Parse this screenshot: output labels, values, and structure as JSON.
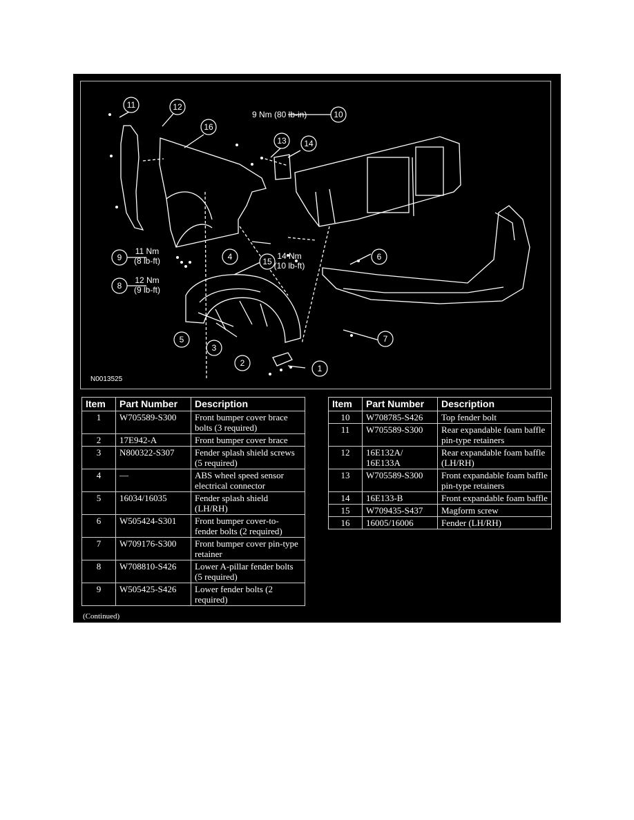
{
  "diagram": {
    "figure_code": "N0013525",
    "callouts": [
      "1",
      "2",
      "3",
      "4",
      "5",
      "6",
      "7",
      "8",
      "9",
      "10",
      "11",
      "12",
      "13",
      "14",
      "15",
      "16"
    ],
    "torque_specs": {
      "item10": "9 Nm (80 lb-in)",
      "item9_nm": "11 Nm",
      "item9_lbft": "(8 lb-ft)",
      "item8_nm": "12 Nm",
      "item8_lbft": "(9 lb-ft)",
      "item15_nm": "14 Nm",
      "item15_lbft": "(10 lb-ft)"
    }
  },
  "table": {
    "headers": [
      "Item",
      "Part Number",
      "Description"
    ],
    "left_rows": [
      {
        "item": "1",
        "part": "W705589-S300",
        "desc": "Front bumper cover brace bolts (3 required)"
      },
      {
        "item": "2",
        "part": "17E942-A",
        "desc": "Front bumper cover brace"
      },
      {
        "item": "3",
        "part": "N800322-S307",
        "desc": "Fender splash shield screws (5 required)"
      },
      {
        "item": "4",
        "part": "—",
        "desc": "ABS wheel speed sensor electrical connector"
      },
      {
        "item": "5",
        "part": "16034/16035",
        "desc": "Fender splash shield (LH/RH)"
      },
      {
        "item": "6",
        "part": "W505424-S301",
        "desc": "Front bumper cover-to-fender bolts (2 required)"
      },
      {
        "item": "7",
        "part": "W709176-S300",
        "desc": "Front bumper cover pin-type retainer"
      },
      {
        "item": "8",
        "part": "W708810-S426",
        "desc": "Lower A-pillar fender bolts (5 required)"
      },
      {
        "item": "9",
        "part": "W505425-S426",
        "desc": "Lower fender bolts (2 required)"
      }
    ],
    "right_rows": [
      {
        "item": "10",
        "part": "W708785-S426",
        "desc": "Top fender bolt"
      },
      {
        "item": "11",
        "part": "W705589-S300",
        "desc": "Rear expandable foam baffle pin-type retainers"
      },
      {
        "item": "12",
        "part": "16E132A/ 16E133A",
        "desc": "Rear expandable foam baffle (LH/RH)"
      },
      {
        "item": "13",
        "part": "W705589-S300",
        "desc": "Front expandable foam baffle pin-type retainers"
      },
      {
        "item": "14",
        "part": "16E133-B",
        "desc": "Front expandable foam baffle"
      },
      {
        "item": "15",
        "part": "W709435-S437",
        "desc": "Magform screw"
      },
      {
        "item": "16",
        "part": "16005/16006",
        "desc": "Fender (LH/RH)"
      }
    ]
  },
  "footer": {
    "continued": "(Continued)"
  }
}
